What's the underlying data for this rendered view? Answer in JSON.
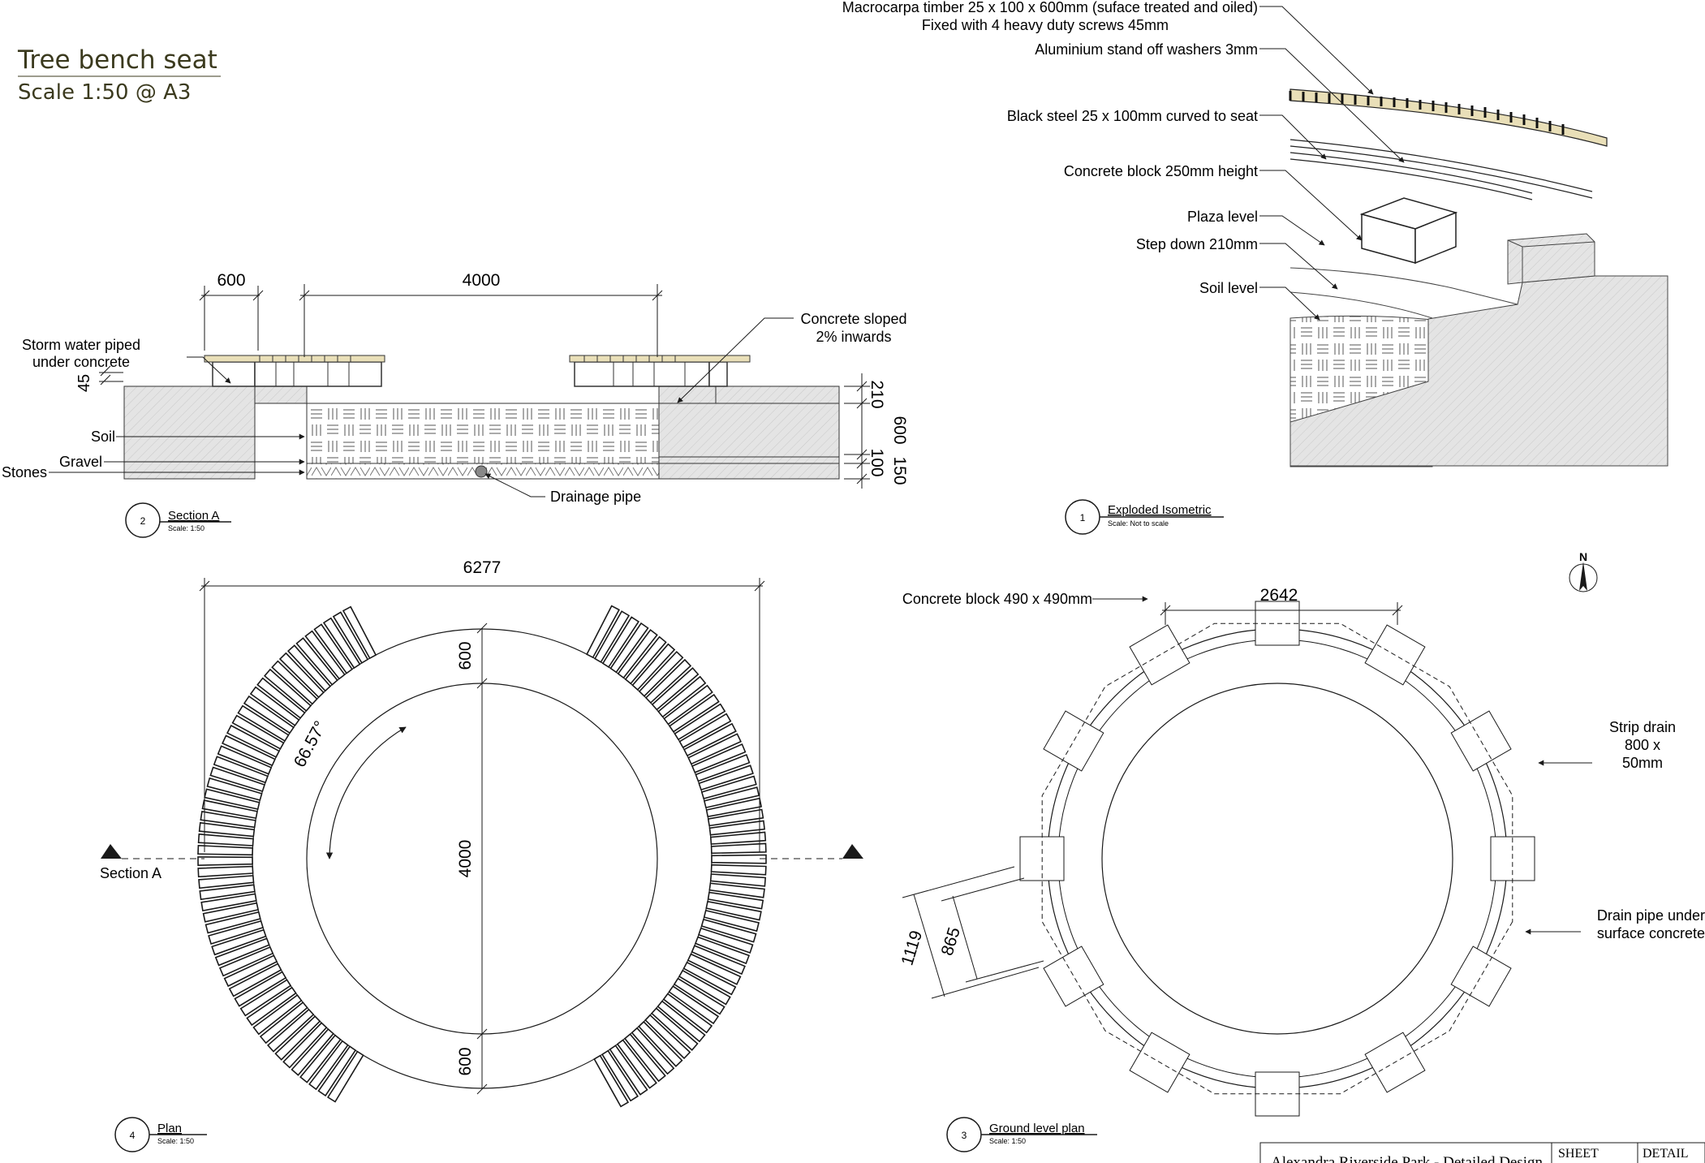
{
  "sheet": {
    "title": "Tree bench seat",
    "scale": "Scale 1:50 @ A3"
  },
  "section_a": {
    "dim_600": "600",
    "dim_4000": "4000",
    "dim_45": "45",
    "dim_210": "210",
    "dim_600_depth": "600",
    "dim_100": "100",
    "dim_150": "150",
    "storm_water_1": "Storm water piped",
    "storm_water_2": "under concrete",
    "concrete_sloped_1": "Concrete sloped",
    "concrete_sloped_2": "2% inwards",
    "soil": "Soil",
    "gravel": "Gravel",
    "stones": "Stones",
    "drainage_pipe": "Drainage pipe",
    "ref_number": "2",
    "ref_title": "Section A",
    "ref_scale": "Scale: 1:50"
  },
  "isometric": {
    "label_timber_1": "Macrocarpa timber 25 x 100 x 600mm (suface treated and oiled)",
    "label_timber_2": "Fixed with 4 heavy duty screws 45mm",
    "label_washers": "Aluminium stand off washers 3mm",
    "label_steel": "Black steel 25 x 100mm curved to seat",
    "label_block": "Concrete block 250mm height",
    "label_plaza": "Plaza level",
    "label_step": "Step down 210mm",
    "label_soil": "Soil level",
    "ref_number": "1",
    "ref_title": "Exploded Isometric",
    "ref_scale": "Scale: Not to scale"
  },
  "plan": {
    "dim_6277": "6277",
    "dim_600_top": "600",
    "dim_4000": "4000",
    "dim_600_bottom": "600",
    "angle": "66.57°",
    "section_label": "Section A",
    "ref_number": "4",
    "ref_title": "Plan",
    "ref_scale": "Scale: 1:50"
  },
  "ground_plan": {
    "label_block": "Concrete block 490 x 490mm",
    "dim_2642": "2642",
    "dim_1119": "1119",
    "dim_865": "865",
    "strip_drain_1": "Strip drain",
    "strip_drain_2": "800 x",
    "strip_drain_3": "50mm",
    "drain_pipe_1": "Drain pipe under",
    "drain_pipe_2": "surface concrete",
    "north": "N",
    "ref_number": "3",
    "ref_title": "Ground level plan",
    "ref_scale": "Scale: 1:50"
  },
  "title_block": {
    "project": "Alexandra Riverside Park - Detailed Design",
    "sheet_label": "SHEET",
    "detail_label": "DETAIL"
  },
  "colors": {
    "title": "#3b3a1e",
    "line": "#1a1a1a",
    "fill_gray": "#dcdcdc",
    "timber": "#e9dfb8"
  }
}
